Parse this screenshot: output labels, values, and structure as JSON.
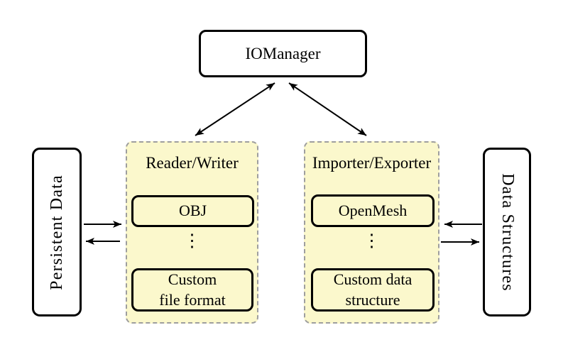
{
  "iomanager": {
    "label": "IOManager"
  },
  "left_panel": {
    "label": "Persistent Data"
  },
  "right_panel": {
    "label": "Data Structures"
  },
  "reader_writer": {
    "title": "Reader/Writer",
    "top_item": "OBJ",
    "dots": "⋮",
    "bottom_item_line1": "Custom",
    "bottom_item_line2": "file format"
  },
  "importer_exporter": {
    "title": "Importer/Exporter",
    "top_item": "OpenMesh",
    "dots": "⋮",
    "bottom_item_line1": "Custom data",
    "bottom_item_line2": "structure"
  },
  "colors": {
    "container_fill": "#FBF8CC",
    "container_border": "#9E9E9E",
    "box_border": "#000000",
    "box_fill": "#FFFFFF",
    "arrow": "#000000"
  }
}
